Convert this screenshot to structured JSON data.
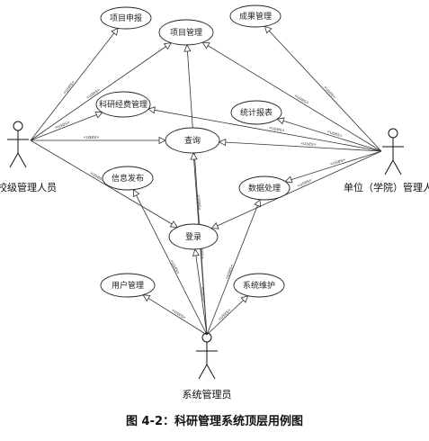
{
  "figure": {
    "caption": "图 4-2：科研管理系统顶层用例图"
  },
  "actors": [
    {
      "id": "school",
      "label": "校级管理人员"
    },
    {
      "id": "dept",
      "label": "单位（学院）管理人员"
    },
    {
      "id": "admin",
      "label": "系统管理员"
    }
  ],
  "use_cases": [
    {
      "id": "uc1",
      "label": "项目申报"
    },
    {
      "id": "uc2",
      "label": "项目管理"
    },
    {
      "id": "uc3",
      "label": "成果管理"
    },
    {
      "id": "uc4",
      "label": "科研经费管理"
    },
    {
      "id": "uc5",
      "label": "统计报表"
    },
    {
      "id": "uc6",
      "label": "查询"
    },
    {
      "id": "uc7",
      "label": "信息发布"
    },
    {
      "id": "uc8",
      "label": "数据处理"
    },
    {
      "id": "uc9",
      "label": "登录"
    },
    {
      "id": "uc10",
      "label": "用户管理"
    },
    {
      "id": "uc11",
      "label": "系统维护"
    }
  ],
  "stereotype": "«uses»",
  "relations": [
    {
      "from": "school",
      "to": "uc1"
    },
    {
      "from": "school",
      "to": "uc2"
    },
    {
      "from": "school",
      "to": "uc4"
    },
    {
      "from": "school",
      "to": "uc6"
    },
    {
      "from": "school",
      "to": "uc9"
    },
    {
      "from": "dept",
      "to": "uc2"
    },
    {
      "from": "dept",
      "to": "uc3"
    },
    {
      "from": "dept",
      "to": "uc4"
    },
    {
      "from": "dept",
      "to": "uc5"
    },
    {
      "from": "dept",
      "to": "uc6"
    },
    {
      "from": "dept",
      "to": "uc8"
    },
    {
      "from": "dept",
      "to": "uc9"
    },
    {
      "from": "admin",
      "to": "uc2"
    },
    {
      "from": "admin",
      "to": "uc6"
    },
    {
      "from": "admin",
      "to": "uc7"
    },
    {
      "from": "admin",
      "to": "uc8"
    },
    {
      "from": "admin",
      "to": "uc9"
    },
    {
      "from": "admin",
      "to": "uc10"
    },
    {
      "from": "admin",
      "to": "uc11"
    }
  ]
}
